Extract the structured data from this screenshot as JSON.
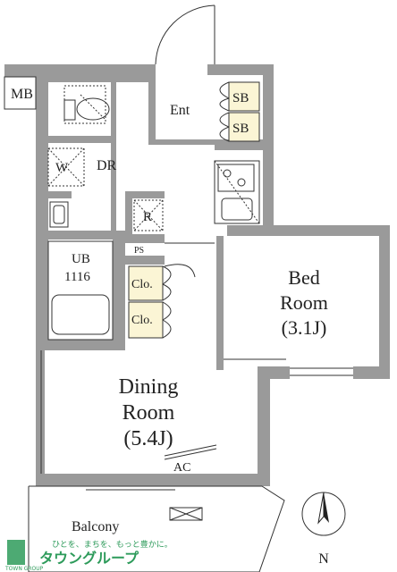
{
  "plan": {
    "labels": {
      "mb": "MB",
      "ent": "Ent",
      "sb1": "SB",
      "sb2": "SB",
      "dr": "DR",
      "w": "W",
      "r": "R",
      "ub": "UB",
      "ub_size": "1116",
      "ps": "PS",
      "clo1": "Clo.",
      "clo2": "Clo.",
      "bed_1": "Bed",
      "bed_2": "Room",
      "bed_3": "(3.1J)",
      "dining_1": "Dining",
      "dining_2": "Room",
      "dining_3": "(5.4J)",
      "ac": "AC",
      "balcony": "Balcony",
      "north": "N"
    },
    "colors": {
      "wall": "#9a9a9a",
      "closet_fill": "#fbf5d5",
      "logo_green": "#2e9b5b"
    }
  },
  "logo": {
    "tagline": "ひとを、まちを、もっと豊かに。",
    "name": "タウングループ",
    "small": "TOWN GROUP"
  }
}
